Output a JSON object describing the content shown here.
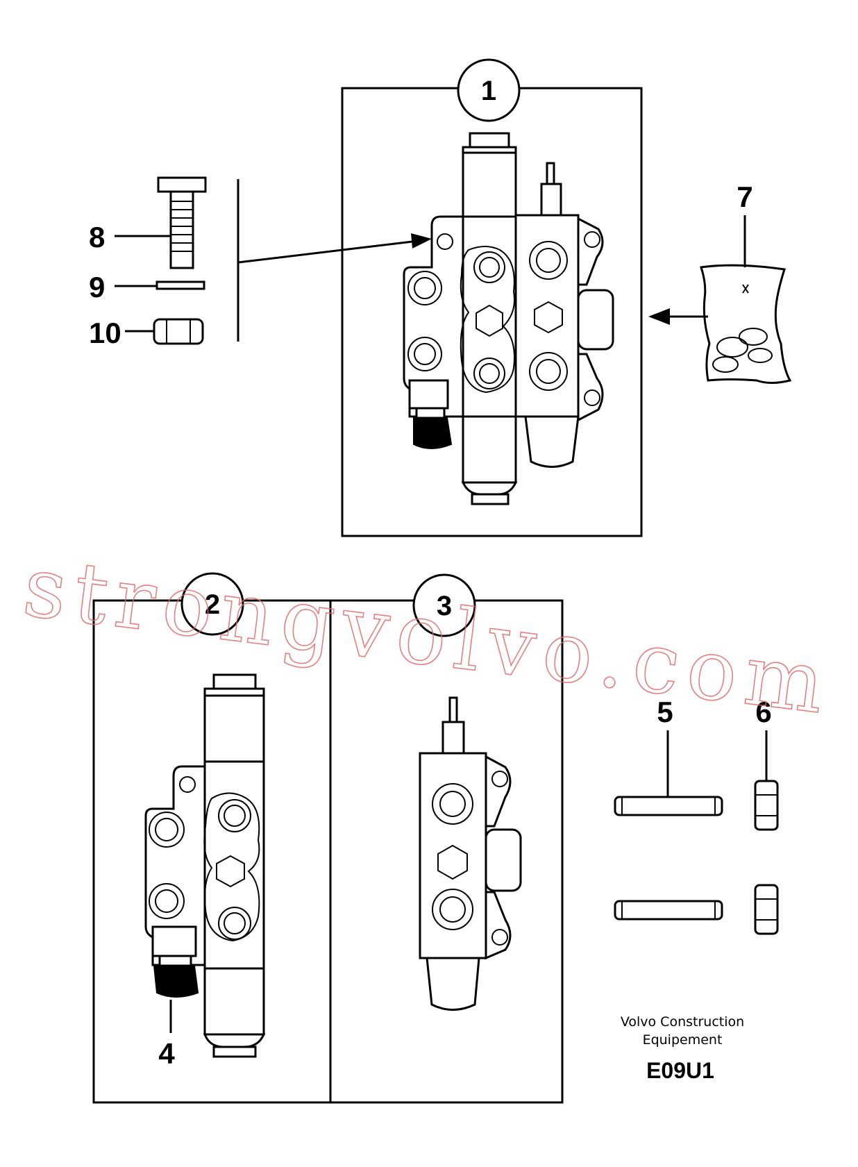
{
  "assemblies": [
    {
      "id": "1",
      "label": "1"
    },
    {
      "id": "2",
      "label": "2"
    },
    {
      "id": "3",
      "label": "3"
    }
  ],
  "callouts": [
    {
      "id": "4",
      "label": "4"
    },
    {
      "id": "5",
      "label": "5"
    },
    {
      "id": "6",
      "label": "6"
    },
    {
      "id": "7",
      "label": "7"
    },
    {
      "id": "8",
      "label": "8"
    },
    {
      "id": "9",
      "label": "9"
    },
    {
      "id": "10",
      "label": "10"
    }
  ],
  "credit": {
    "line1": "Volvo Construction",
    "line2": "Equipement"
  },
  "drawing_code": "E09U1",
  "watermark": "strongvolvo.com"
}
